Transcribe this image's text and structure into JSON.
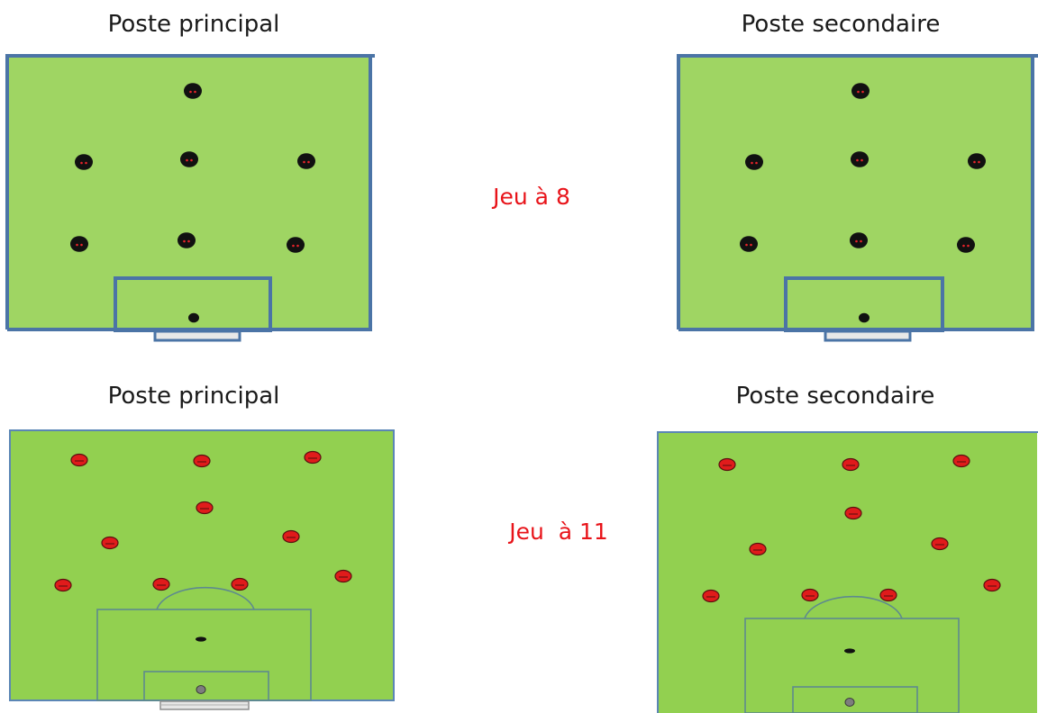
{
  "diagrams": [
    {
      "caption": "Poste principal",
      "format": "8",
      "players": [
        {
          "role": "attaquant"
        },
        {
          "role": "milieu-gauche"
        },
        {
          "role": "milieu-axial"
        },
        {
          "role": "milieu-droit"
        },
        {
          "role": "defenseur-gauche"
        },
        {
          "role": "defenseur-axial"
        },
        {
          "role": "defenseur-droit"
        },
        {
          "role": "gardien"
        }
      ]
    },
    {
      "caption": "Poste secondaire",
      "format": "8",
      "players": [
        {
          "role": "attaquant"
        },
        {
          "role": "milieu-gauche"
        },
        {
          "role": "milieu-axial"
        },
        {
          "role": "milieu-droit"
        },
        {
          "role": "defenseur-gauche"
        },
        {
          "role": "defenseur-axial"
        },
        {
          "role": "defenseur-droit"
        },
        {
          "role": "gardien"
        }
      ]
    },
    {
      "caption": "Poste principal",
      "format": "11",
      "players": [
        {
          "role": "attaquant-gauche"
        },
        {
          "role": "avant-centre"
        },
        {
          "role": "attaquant-droit"
        },
        {
          "role": "milieu-offensif"
        },
        {
          "role": "milieu-gauche"
        },
        {
          "role": "milieu-droit"
        },
        {
          "role": "lateral-gauche"
        },
        {
          "role": "defenseur-central-gauche"
        },
        {
          "role": "defenseur-central-droit"
        },
        {
          "role": "lateral-droit"
        },
        {
          "role": "gardien"
        }
      ]
    },
    {
      "caption": "Poste secondaire",
      "format": "11",
      "players": [
        {
          "role": "attaquant-gauche"
        },
        {
          "role": "avant-centre"
        },
        {
          "role": "attaquant-droit"
        },
        {
          "role": "milieu-offensif"
        },
        {
          "role": "milieu-gauche"
        },
        {
          "role": "milieu-droit"
        },
        {
          "role": "lateral-gauche"
        },
        {
          "role": "defenseur-central-gauche"
        },
        {
          "role": "defenseur-central-droit"
        },
        {
          "role": "lateral-droit"
        },
        {
          "role": "gardien"
        }
      ]
    }
  ],
  "labels": {
    "jeu8": "Jeu à 8",
    "jeu11": "Jeu  à 11"
  },
  "colors": {
    "pitch_8": "#9fd563",
    "pitch_11": "#92d050",
    "pitch_border": "#4b74a6",
    "line_11": "#5e8a8e",
    "player_8": "#111111",
    "player_11": "#e01b1b",
    "mode_label": "#e8141a"
  }
}
